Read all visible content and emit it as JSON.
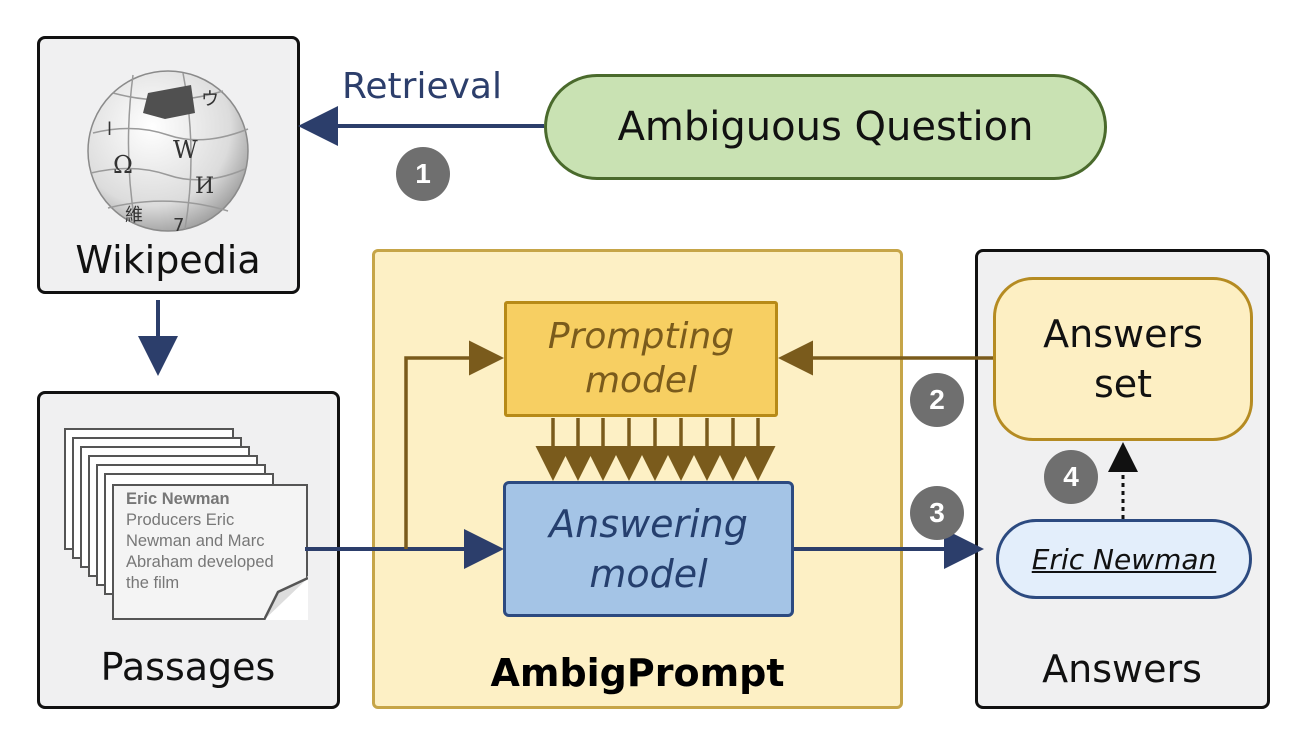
{
  "colors": {
    "navy": "#2c3e6b",
    "brown": "#7a5b1c",
    "question_fill": "#c9e2b3",
    "question_border": "#4a6a2c",
    "ambig_fill": "#fdf0c5",
    "ambig_border": "#c6a548",
    "prompting_fill": "#f7cf62",
    "prompting_border": "#b78a17",
    "answering_fill": "#a4c4e6",
    "answering_border": "#2c4a80",
    "answers_set_fill": "#fdefc3",
    "answers_set_border": "#b58b22",
    "step_badge": "#6f6f6f"
  },
  "icons": {
    "wikipedia": "wikipedia-globe-logo",
    "passages": "stacked-documents"
  },
  "wikipedia": {
    "label": "Wikipedia",
    "logo_glyphs": [
      "W",
      "Ω",
      "И",
      "維",
      "7",
      "ウ",
      "ا"
    ]
  },
  "retrieval": {
    "label": "Retrieval"
  },
  "question": {
    "label": "Ambiguous Question"
  },
  "passages": {
    "label": "Passages",
    "doc_title": "Eric Newman",
    "doc_lines": [
      "Producers Eric",
      "Newman and Marc",
      "Abraham developed",
      "the film"
    ]
  },
  "ambigprompt": {
    "title": "AmbigPrompt",
    "prompting": [
      "Prompting",
      "model"
    ],
    "answering": [
      "Answering",
      "model"
    ]
  },
  "answers": {
    "label": "Answers",
    "set": [
      "Answers",
      "set"
    ],
    "item": "Eric Newman"
  },
  "steps": [
    "1",
    "2",
    "3",
    "4"
  ]
}
